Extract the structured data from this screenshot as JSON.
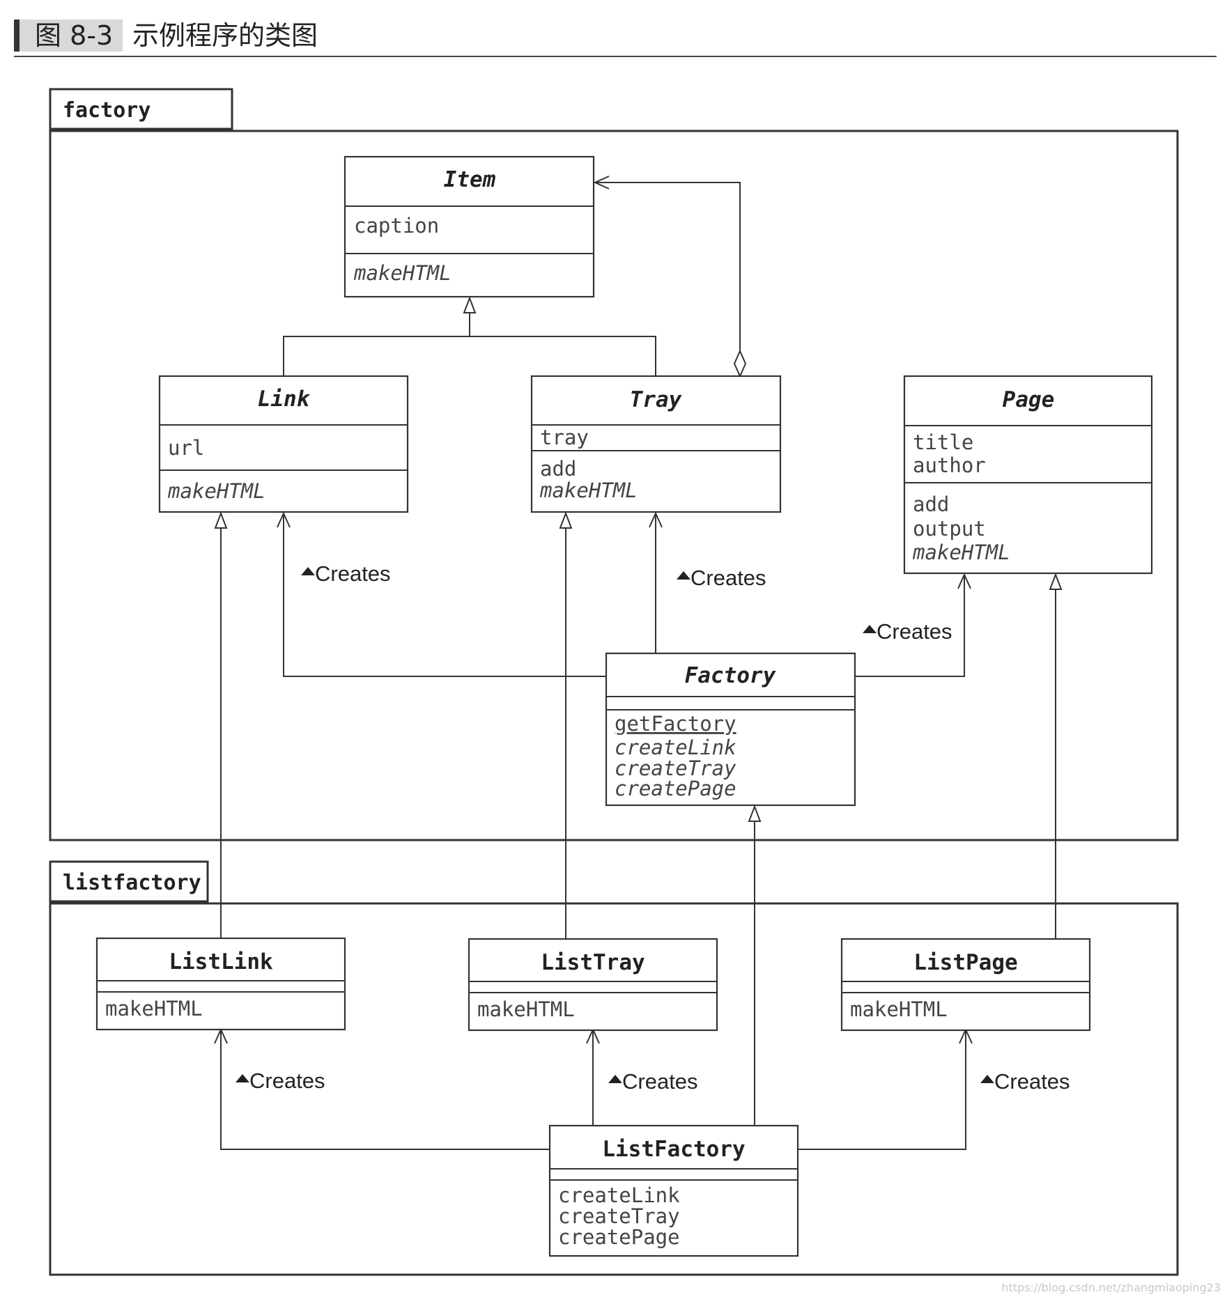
{
  "figure": {
    "number": "图 8-3",
    "title": "示例程序的类图"
  },
  "packages": {
    "factory": {
      "name": "factory"
    },
    "listfactory": {
      "name": "listfactory"
    }
  },
  "classes": {
    "item": {
      "name": "Item",
      "fields": [
        "caption"
      ],
      "methods": [
        "makeHTML"
      ]
    },
    "link": {
      "name": "Link",
      "fields": [
        "url"
      ],
      "methods": [
        "makeHTML"
      ]
    },
    "tray": {
      "name": "Tray",
      "fields": [
        "tray"
      ],
      "methods": [
        "add",
        "makeHTML"
      ]
    },
    "page": {
      "name": "Page",
      "fields": [
        "title",
        "author"
      ],
      "methods": [
        "add",
        "output",
        "makeHTML"
      ]
    },
    "factory": {
      "name": "Factory",
      "methods": [
        "getFactory",
        "createLink",
        "createTray",
        "createPage"
      ]
    },
    "listlink": {
      "name": "ListLink",
      "methods": [
        "makeHTML"
      ]
    },
    "listtray": {
      "name": "ListTray",
      "methods": [
        "makeHTML"
      ]
    },
    "listpage": {
      "name": "ListPage",
      "methods": [
        "makeHTML"
      ]
    },
    "listfactory": {
      "name": "ListFactory",
      "methods": [
        "createLink",
        "createTray",
        "createPage"
      ]
    }
  },
  "relations": {
    "creates_label": "Creates"
  },
  "watermark": "https://blog.csdn.net/zhangmiaoping23"
}
